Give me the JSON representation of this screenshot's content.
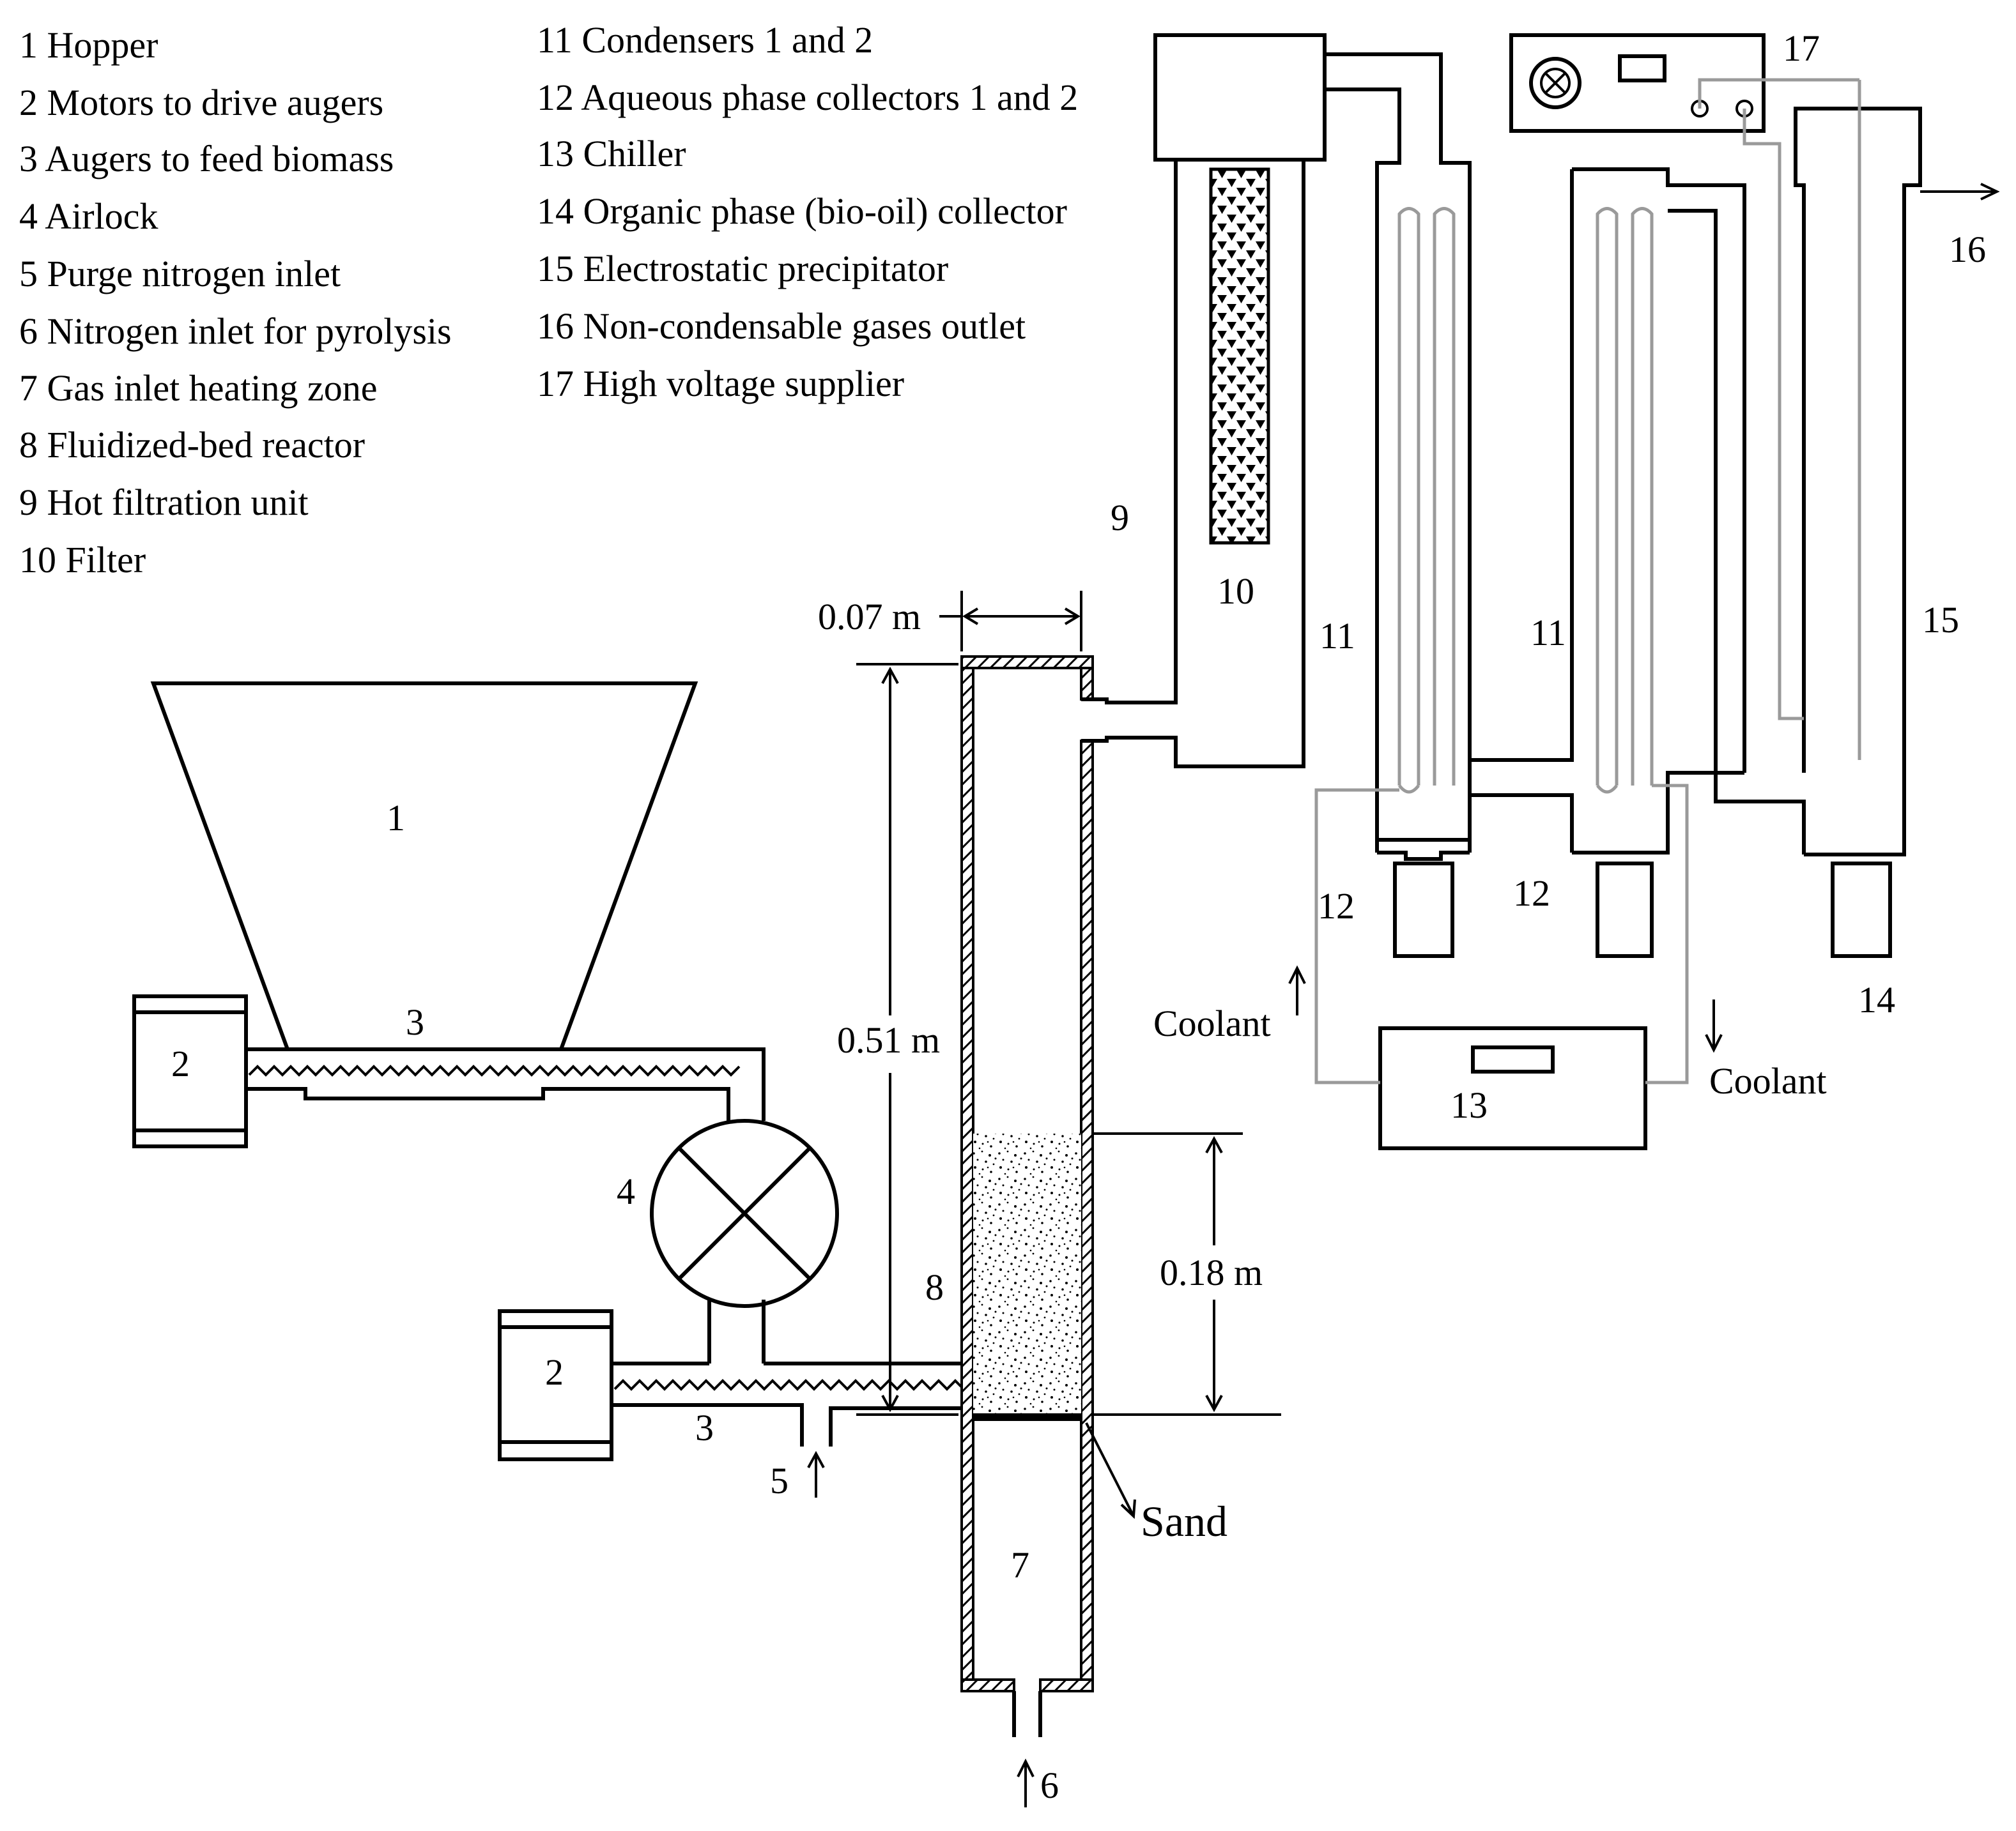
{
  "legend": {
    "left": [
      "1 Hopper",
      "2 Motors to drive augers",
      "3 Augers to feed biomass",
      "4 Airlock",
      "5 Purge nitrogen inlet",
      "6 Nitrogen inlet for pyrolysis",
      "7 Gas inlet heating zone",
      "8 Fluidized-bed reactor",
      "9 Hot filtration unit",
      "10 Filter"
    ],
    "right": [
      "11 Condensers 1 and 2",
      "12 Aqueous phase collectors 1 and 2",
      "13 Chiller",
      "14 Organic phase (bio-oil) collector",
      "15 Electrostatic precipitator",
      "16 Non-condensable gases outlet",
      "17 High voltage supplier"
    ]
  },
  "labels": {
    "hopper": "1",
    "motor_top": "2",
    "motor_bottom": "2",
    "auger_top": "3",
    "auger_bottom": "3",
    "airlock": "4",
    "purge_inlet": "5",
    "pyrolysis_inlet": "6",
    "heating_zone": "7",
    "reactor": "8",
    "hot_filtration": "9",
    "filter": "10",
    "condenser_1": "11",
    "condenser_2": "11",
    "collector_1": "12",
    "collector_2": "12",
    "chiller": "13",
    "bio_oil_collector": "14",
    "precipitator": "15",
    "gas_outlet": "16",
    "hv_supplier": "17",
    "sand": "Sand",
    "coolant_in": "Coolant",
    "coolant_out": "Coolant"
  },
  "dimensions": {
    "width": "0.07 m",
    "height": "0.51 m",
    "bed_height": "0.18 m"
  }
}
